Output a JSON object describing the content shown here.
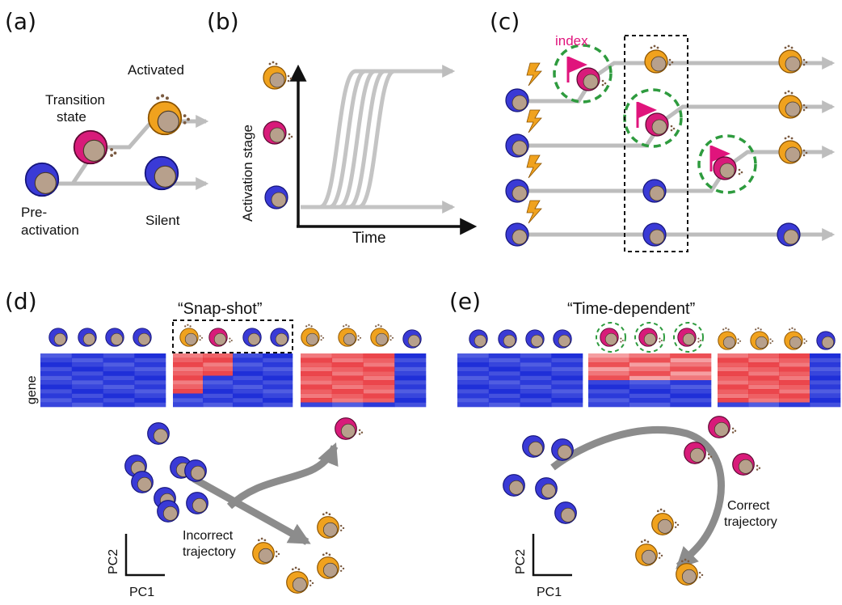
{
  "panels": {
    "a": {
      "letter": "(a)",
      "activated": "Activated",
      "transition_line1": "Transition",
      "transition_line2": "state",
      "pre_line1": "Pre-",
      "pre_line2": "activation",
      "silent": "Silent"
    },
    "b": {
      "letter": "(b)",
      "ylabel": "Activation stage",
      "xlabel": "Time"
    },
    "c": {
      "letter": "(c)",
      "index": "index"
    },
    "d": {
      "letter": "(d)",
      "title": "“Snap-shot”",
      "gene": "gene",
      "pc1": "PC1",
      "pc2": "PC2",
      "trajectory_line1": "Incorrect",
      "trajectory_line2": "trajectory"
    },
    "e": {
      "letter": "(e)",
      "title": "“Time-dependent”",
      "pc1": "PC1",
      "pc2": "PC2",
      "trajectory_line1": "Correct",
      "trajectory_line2": "trajectory"
    }
  },
  "colors": {
    "pre_activation": "#3a3ad6",
    "transition": "#d81b7a",
    "activated": "#f0a21e",
    "nucleus": "#b7a08c",
    "arrow_gray": "#bdbdbd",
    "index_flag": "#e0147c",
    "index_circle": "#2e9b3e",
    "heatmap_blue": "#1f2fd8",
    "heatmap_red": "#e8282e"
  }
}
